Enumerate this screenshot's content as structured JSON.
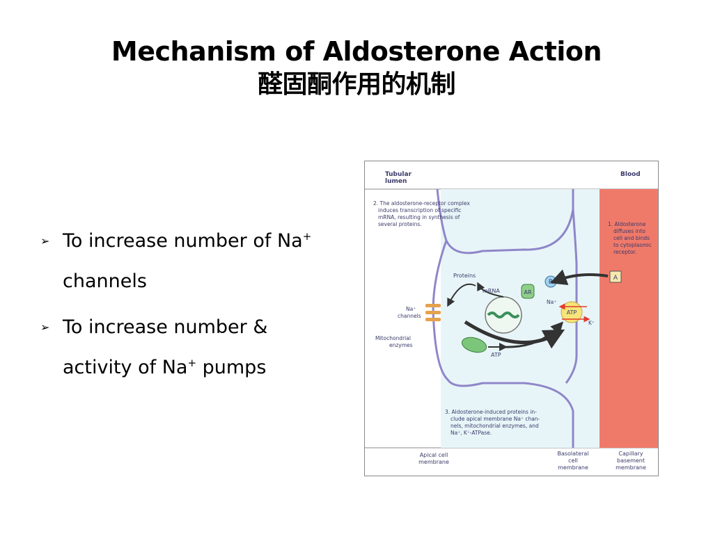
{
  "title": {
    "line1": "Mechanism of Aldosterone Action",
    "line2": "醛固酮作用的机制"
  },
  "bullets": [
    {
      "pre": "To increase number of Na",
      "sup": "+",
      "post": " channels"
    },
    {
      "pre": "To increase number & activity of Na",
      "sup": "+",
      "post": " pumps"
    }
  ],
  "figure": {
    "lumen_label": [
      "Tubular",
      "lumen"
    ],
    "blood_label": "Blood",
    "step1": [
      "1. Aldosterone",
      "diffuses into",
      "cell and binds",
      "to cytoplasmic",
      "receptor."
    ],
    "step2": [
      "2. The aldosterone-receptor complex",
      "induces transcription of specific",
      "mRNA, resulting in synthesis of",
      "several proteins."
    ],
    "step3": [
      "3. Aldosterone-induced proteins in-",
      "clude apical membrane Na⁺ chan-",
      "nels, mitochondrial enzymes, and",
      "Na⁺, K⁺-ATPase."
    ],
    "proteins": "Proteins",
    "mrna": "mRNA",
    "na_channels": [
      "Na⁺",
      "channels"
    ],
    "mito_enzymes": [
      "Mitochondrial",
      "enzymes"
    ],
    "atp": "ATP",
    "atp_pump": "ATP",
    "na": "Na⁺",
    "k": "K⁺",
    "r": "R",
    "ar": "AR",
    "a": "A",
    "apical": [
      "Apical cell",
      "membrane"
    ],
    "basolateral": [
      "Basolateral",
      "cell",
      "membrane"
    ],
    "capillary": [
      "Capillary",
      "basement",
      "membrane"
    ]
  },
  "colors": {
    "blood": "#f07a6a",
    "membrane": "#8f86c9",
    "lumen": "#ffffff",
    "cell": "#e8f5f8",
    "atp_pump": "#f6e57a",
    "receptor": "#9ed2ef",
    "ar": "#8fcf8a",
    "mito": "#7cc67c"
  }
}
